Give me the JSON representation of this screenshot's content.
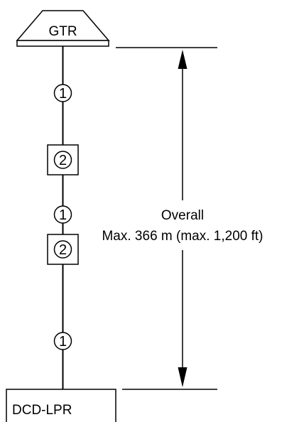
{
  "top_device": {
    "label": "GTR"
  },
  "bottom_device": {
    "label": "DCD-LPR"
  },
  "cable_markers": [
    "1",
    "1",
    "1"
  ],
  "repeater_markers": [
    "2",
    "2"
  ],
  "dimension": {
    "title": "Overall",
    "value": "Max. 366 m (max. 1,200 ft)"
  }
}
